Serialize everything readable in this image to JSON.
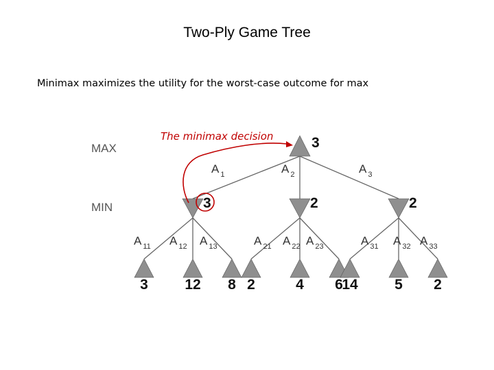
{
  "title": "Two-Ply Game Tree",
  "subtitle": "Minimax maximizes the utility for the worst-case outcome for max",
  "levels": {
    "max": "MAX",
    "min": "MIN"
  },
  "annotation": "The minimax decision",
  "colors": {
    "annotation": "#c00000",
    "node": "#8f8f8f",
    "edge": "#666666"
  },
  "tree": {
    "root": {
      "value": "3"
    },
    "root_actions": [
      {
        "label": "A",
        "sub": "1"
      },
      {
        "label": "A",
        "sub": "2"
      },
      {
        "label": "A",
        "sub": "3"
      }
    ],
    "min_nodes": [
      {
        "value": "3",
        "highlighted": true,
        "actions": [
          {
            "label": "A",
            "sub": "11"
          },
          {
            "label": "A",
            "sub": "12"
          },
          {
            "label": "A",
            "sub": "13"
          }
        ],
        "leaves": [
          "3",
          "12",
          "8"
        ]
      },
      {
        "value": "2",
        "actions": [
          {
            "label": "A",
            "sub": "21"
          },
          {
            "label": "A",
            "sub": "22"
          },
          {
            "label": "A",
            "sub": "23"
          }
        ],
        "leaves": [
          "2",
          "4",
          "6"
        ]
      },
      {
        "value": "2",
        "actions": [
          {
            "label": "A",
            "sub": "31"
          },
          {
            "label": "A",
            "sub": "32"
          },
          {
            "label": "A",
            "sub": "33"
          }
        ],
        "leaves": [
          "14",
          "5",
          "2"
        ]
      }
    ]
  }
}
